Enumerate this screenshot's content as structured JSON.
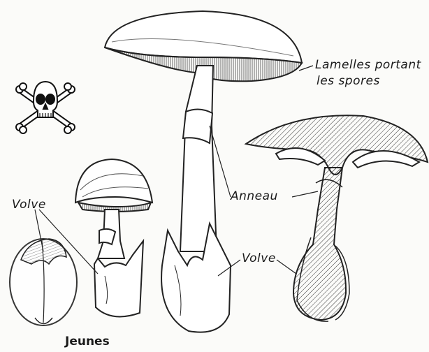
{
  "labels": {
    "gills_line1": "Lamelles portant",
    "gills_line2": "les spores",
    "ring": "Anneau",
    "volva_left": "Volve",
    "volva_right": "Volve",
    "young": "Jeunes"
  },
  "icons": {
    "poison": "skull-and-crossbones-icon"
  },
  "colors": {
    "ink": "#1a1a1a",
    "paper": "#fbfbf9"
  }
}
